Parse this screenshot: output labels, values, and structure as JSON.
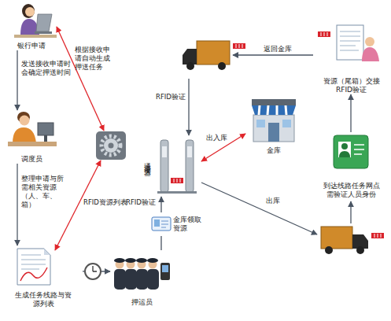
{
  "diagram": {
    "nodes": [
      {
        "text": [
          "银行申请"
        ]
      },
      {
        "text": [
          "调度员"
        ]
      },
      {
        "text": [
          "生成任务线路与资源列表"
        ]
      },
      {
        "text": [
          "押运员"
        ]
      },
      {
        "text": [
          "金库领取资源"
        ]
      },
      {
        "text": [
          "通道读卡器"
        ]
      },
      {
        "text": [
          "金库"
        ]
      },
      {
        "text": [
          "到达线路任务网点需验证人员身份"
        ]
      },
      {
        "text": [
          "资源（尾箱）交接 RFID验证"
        ]
      }
    ],
    "edges": [
      {
        "from": 0,
        "to": 1,
        "label": "发送接收申请时会确定押送时间",
        "arrow": "to"
      },
      {
        "from": 1,
        "to": 2,
        "label": "整理申请与所需相关资源（人、车、箱）",
        "arrow": "to"
      },
      {
        "from": 2,
        "to": 3,
        "arrow": "to"
      },
      {
        "from": 3,
        "to": 4,
        "arrow": "none"
      },
      {
        "from": 4,
        "to": 5,
        "label": "RFID验证",
        "arrow": "to"
      },
      {
        "from": 5,
        "to": 6,
        "label": "出入库",
        "arrow": "both"
      },
      {
        "from": 7,
        "to": 8,
        "arrow": "to"
      }
    ],
    "labels": [
      "根据接收申请自动生成押送任务",
      "RFID资源列表",
      "出库",
      "返回金库",
      "RFID验证"
    ]
  }
}
